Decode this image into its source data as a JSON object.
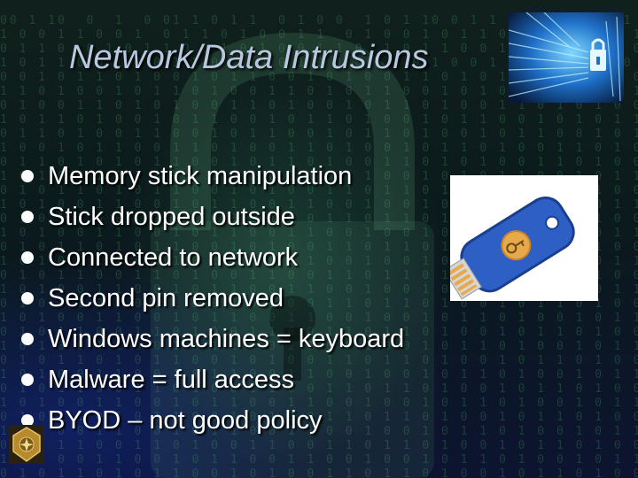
{
  "slide": {
    "title": "Network/Data Intrusions",
    "bullets": [
      "Memory stick manipulation",
      "Stick dropped outside",
      "Connected to network",
      "Second pin removed",
      "Windows machines = keyboard",
      "Malware = full access",
      "BYOD – not good policy"
    ]
  },
  "images": {
    "background": "padlock-binary-background",
    "top_right": "digital-lock-icon",
    "usb": "usb-security-key-icon",
    "bottom_left": "police-crest-icon"
  },
  "colors": {
    "title": "#b9c7df",
    "bullet_text": "#ffffff",
    "usb_key": "#2d5fc4",
    "usb_contact": "#e7a94a"
  }
}
